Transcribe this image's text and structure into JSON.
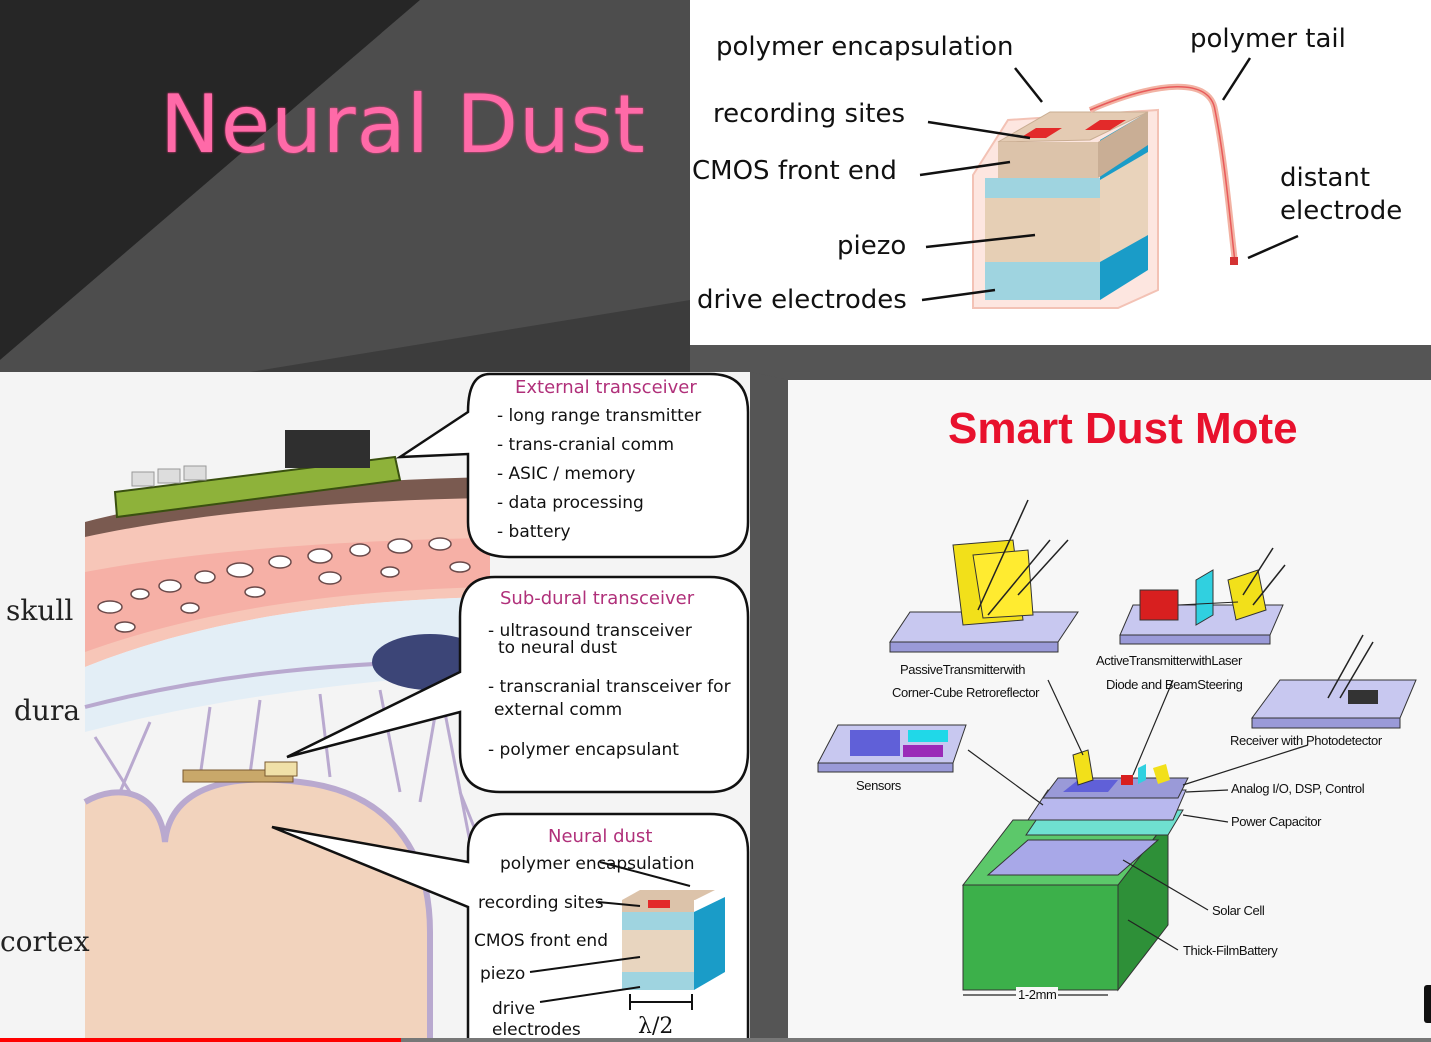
{
  "slide": {
    "title": "Neural Dust",
    "title_color": "#ff6aa8"
  },
  "top_diagram": {
    "labels": {
      "polymer_encapsulation": "polymer encapsulation",
      "polymer_tail": "polymer tail",
      "recording_sites": "recording sites",
      "cmos_front_end": "CMOS front end",
      "distant": "distant",
      "electrode": "electrode",
      "piezo": "piezo",
      "drive_electrodes": "drive electrodes"
    }
  },
  "anatomy_diagram": {
    "side_labels": {
      "skull": "skull",
      "dura": "dura",
      "cortex": "cortex"
    },
    "external": {
      "title": "External transceiver",
      "items": [
        "- long range transmitter",
        "- trans-cranial comm",
        "- ASIC / memory",
        "- data processing",
        "- battery"
      ]
    },
    "subdural": {
      "title": "Sub-dural transceiver",
      "item1_line1": "- ultrasound transceiver",
      "item1_line2": "to neural dust",
      "item2_line1": "- transcranial transceiver for",
      "item2_line2": "external comm",
      "item3": "- polymer encapsulant"
    },
    "neural_dust": {
      "title": "Neural dust",
      "polymer_encapsulation": "polymer encapsulation",
      "recording_sites": "recording sites",
      "cmos_front_end": "CMOS front end",
      "piezo": "piezo",
      "drive": "drive",
      "electrodes": "electrodes",
      "lambda": "λ/2"
    }
  },
  "smart_dust": {
    "title": "Smart Dust Mote",
    "labels": {
      "passive1": "PassiveTransmitterwith",
      "passive2": "Corner-Cube Retroreflector",
      "active1": "ActiveTransmitterwithLaser",
      "active2": "Diode and BeamSteering",
      "receiver": "Receiver with Photodetector",
      "sensors": "Sensors",
      "analog": "Analog I/O, DSP, Control",
      "power": "Power Capacitor",
      "solar": "Solar Cell",
      "battery": "Thick-FilmBattery",
      "size": "1-2mm"
    }
  },
  "video": {
    "progress": 0.28
  }
}
